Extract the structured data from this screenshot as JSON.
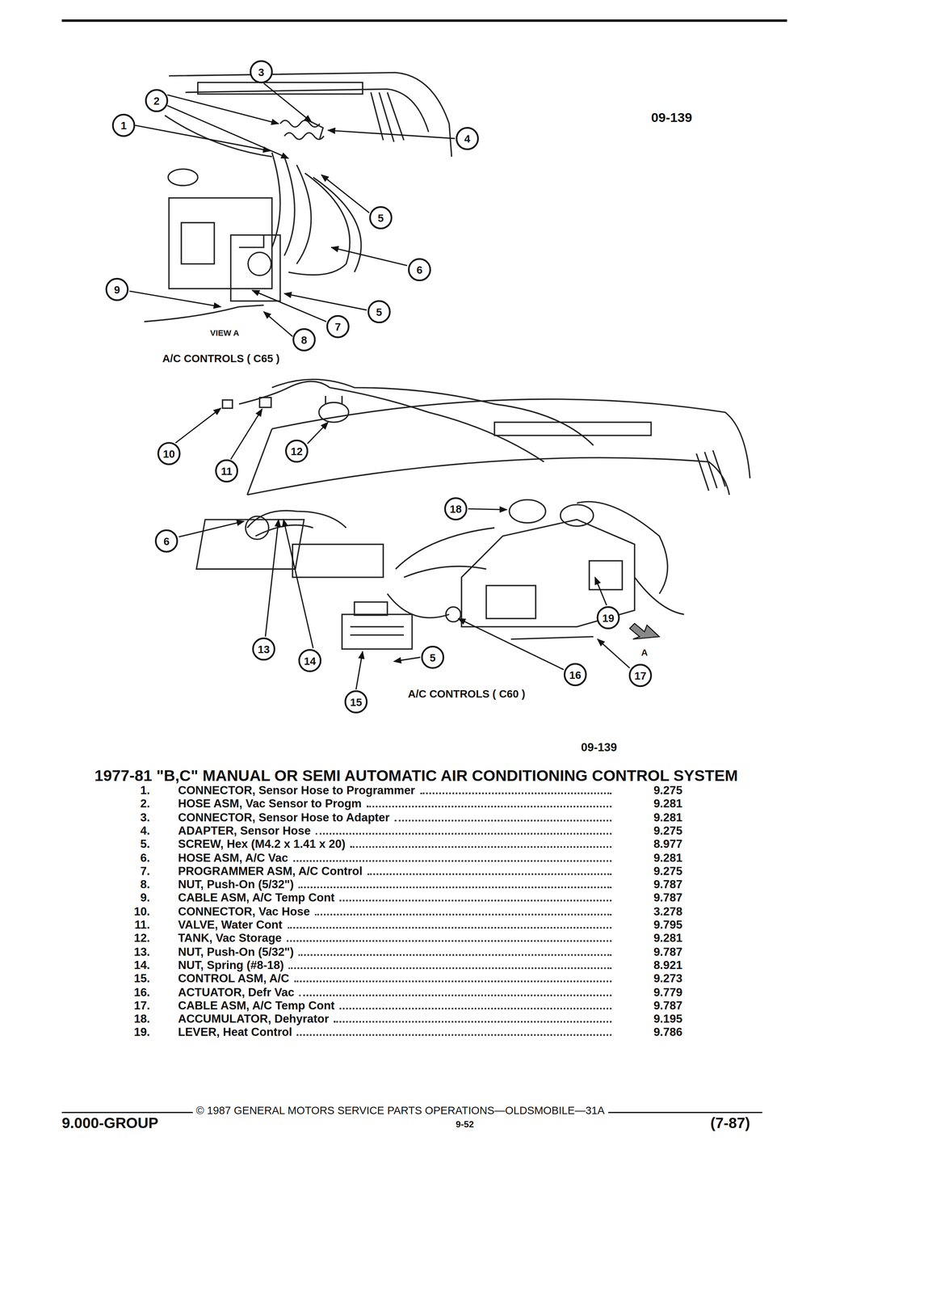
{
  "diagram": {
    "title": "1977-81 \"B,C\" MANUAL OR SEMI AUTOMATIC AIR CONDITIONING CONTROL SYSTEM",
    "labels": [
      "09-139",
      "3",
      "2",
      "1",
      "4",
      "5",
      "6",
      "9",
      "5",
      "7",
      "8",
      "VIEW A",
      "A/C CONTROLS ( C65 )",
      "10",
      "11",
      "12",
      "6",
      "18",
      "13",
      "14",
      "19",
      "5",
      "16",
      "17",
      "15",
      "A",
      "A/C CONTROLS ( C60 )",
      "09-139",
      "1.",
      "CONNECTOR, Sensor Hose to Programmer",
      "9.275",
      "2.",
      "HOSE ASM, Vac Sensor to Progm",
      "9.281",
      "3.",
      "CONNECTOR, Sensor Hose to Adapter",
      "9.281",
      "4.",
      "ADAPTER, Sensor Hose",
      "9.275",
      "5.",
      "SCREW, Hex (M4.2 x 1.41 x 20)",
      "8.977",
      "6.",
      "HOSE ASM, A/C Vac",
      "9.281",
      "7.",
      "PROGRAMMER ASM, A/C Control",
      "9.275",
      "8.",
      "NUT, Push-On (5/32\")",
      "9.787",
      "9.",
      "CABLE ASM, A/C Temp Cont",
      "9.787",
      "10.",
      "CONNECTOR, Vac Hose",
      "3.278",
      "11.",
      "VALVE, Water Cont",
      "9.795",
      "12.",
      "TANK, Vac Storage",
      "9.281",
      "13.",
      "NUT, Push-On (5/32\")",
      "9.787",
      "14.",
      "NUT, Spring (#8-18)",
      "8.921",
      "15.",
      "CONTROL ASM, A/C",
      "9.273",
      "16.",
      "ACTUATOR, Defr Vac",
      "9.779",
      "17.",
      "CABLE ASM, A/C Temp Cont",
      "9.787",
      "18.",
      "ACCUMULATOR, Dehyrator",
      "9.195",
      "19.",
      "LEVER, Heat Control",
      "9.786",
      "© 1987 GENERAL MOTORS SERVICE PARTS OPERATIONS—OLDSMOBILE—31A",
      "9.000-GROUP",
      "9-52",
      "(7-87)"
    ]
  }
}
